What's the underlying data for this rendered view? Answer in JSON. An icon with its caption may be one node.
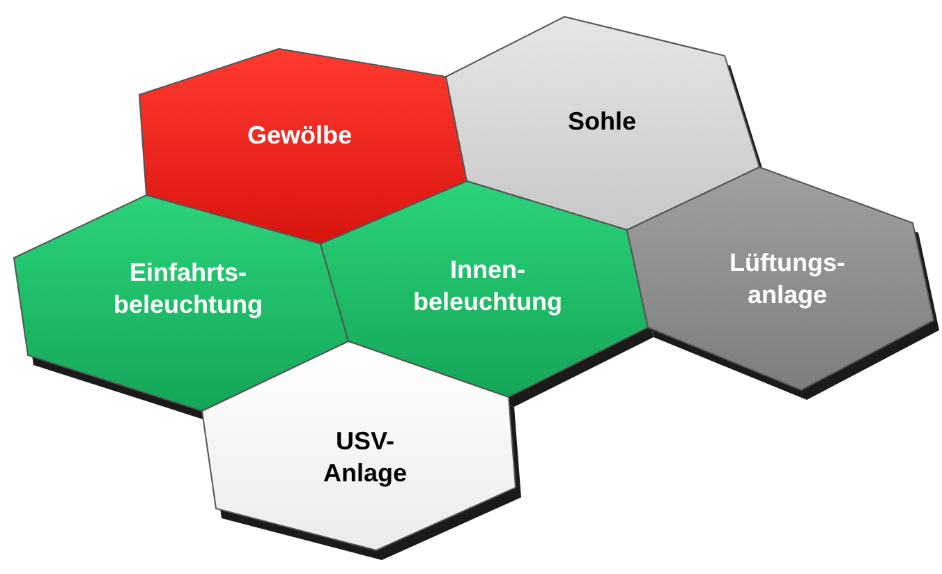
{
  "diagram": {
    "nodes": [
      {
        "text": [
          "Gewölbe"
        ]
      },
      {
        "text": [
          "Sohle"
        ]
      },
      {
        "text": [
          "Einfahrts- beleuchtung"
        ]
      },
      {
        "text": [
          "Innen- beleuchtung"
        ]
      },
      {
        "text": [
          "Lüftungs- anlage"
        ]
      },
      {
        "text": [
          "USV- Anlage"
        ]
      }
    ]
  }
}
